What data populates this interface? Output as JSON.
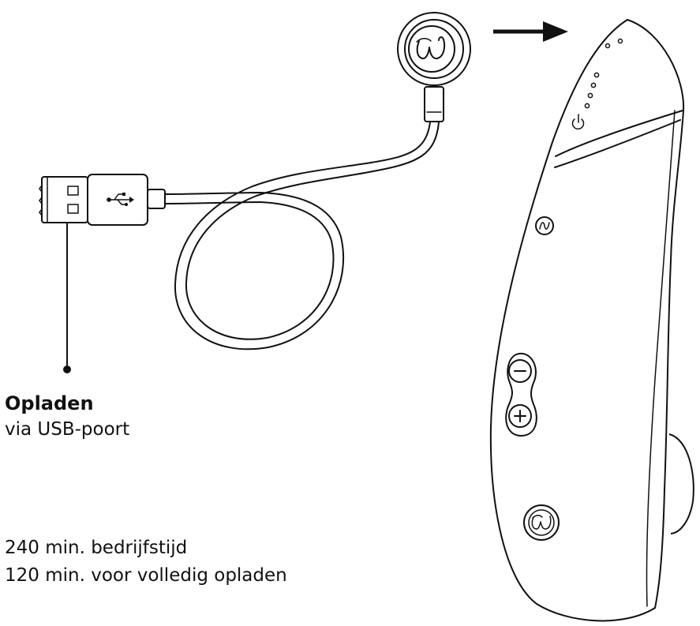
{
  "charging": {
    "title": "Opladen",
    "subtitle": "via USB-poort"
  },
  "specs": {
    "runtime": "240 min. bedrijfstijd",
    "charge_time": "120 min. voor volledig opladen"
  },
  "colors": {
    "line": "#111111",
    "background": "#ffffff"
  },
  "icons": {
    "brand": "w-logo-icon",
    "usb": "usb-symbol-icon",
    "power": "power-icon",
    "mode": "wave-mode-icon",
    "minus": "minus-icon",
    "plus": "plus-icon",
    "arrow": "arrow-right-icon"
  }
}
